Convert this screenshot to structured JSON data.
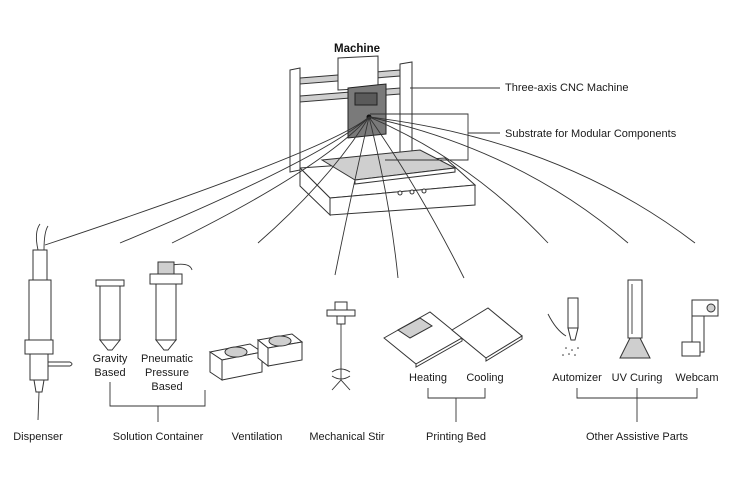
{
  "title": "Machine",
  "callouts": {
    "cnc": "Three-axis CNC Machine",
    "substrate": "Substrate for Modular Components"
  },
  "parts": {
    "gravity": "Gravity\nBased",
    "pneumatic": "Pneumatic\nPressure\nBased",
    "heating": "Heating",
    "cooling": "Cooling",
    "automizer": "Automizer",
    "uv": "UV Curing",
    "webcam": "Webcam"
  },
  "groups": {
    "dispenser": "Dispenser",
    "solution": "Solution Container",
    "ventilation": "Ventilation",
    "stir": "Mechanical Stir",
    "bed": "Printing Bed",
    "assistive": "Other Assistive Parts"
  },
  "colors": {
    "line": "#333333",
    "metal": "#cfcfcf",
    "carriage": "#7a7a7a"
  }
}
